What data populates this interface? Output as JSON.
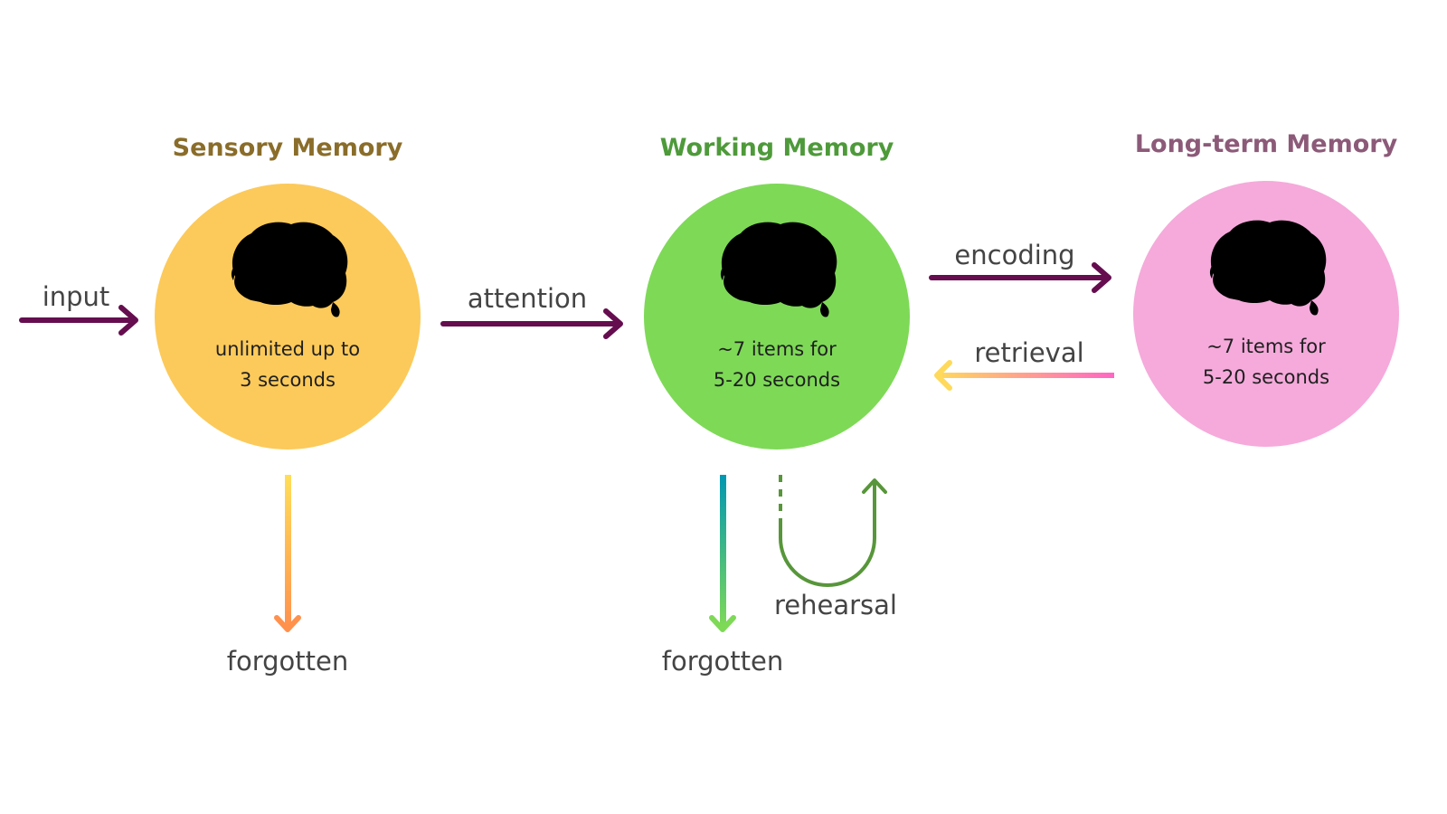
{
  "stages": [
    {
      "id": "sensory",
      "title": "Sensory Memory",
      "line1": "unlimited up to",
      "line2": "3 seconds",
      "fill": "#fcca5a",
      "title_color": "#8a6d2a"
    },
    {
      "id": "working",
      "title": "Working Memory",
      "line1": "~7 items for",
      "line2": "5-20 seconds",
      "fill": "#7ed957",
      "title_color": "#4e9a3a"
    },
    {
      "id": "longterm",
      "title": "Long-term Memory",
      "line1": "~7 items for",
      "line2": "5-20 seconds",
      "fill": "#f5aadb",
      "title_color": "#8c5a78"
    }
  ],
  "arrows": {
    "input": "input",
    "attention": "attention",
    "encoding": "encoding",
    "retrieval": "retrieval",
    "rehearsal": "rehearsal",
    "forgotten_sensory": "forgotten",
    "forgotten_working": "forgotten"
  },
  "colors": {
    "main_arrow": "#650d4f",
    "retrieval_start": "#ffd95a",
    "retrieval_end": "#ff66c4",
    "forgot1_start": "#ffde59",
    "forgot1_end": "#ff914d",
    "forgot2_start": "#0097b2",
    "forgot2_end": "#7ed957",
    "rehearsal": "#57963a"
  },
  "icons": [
    "brain-icon",
    "arrow-right-icon",
    "arrow-left-icon",
    "arrow-down-icon",
    "loop-arrow-icon"
  ]
}
